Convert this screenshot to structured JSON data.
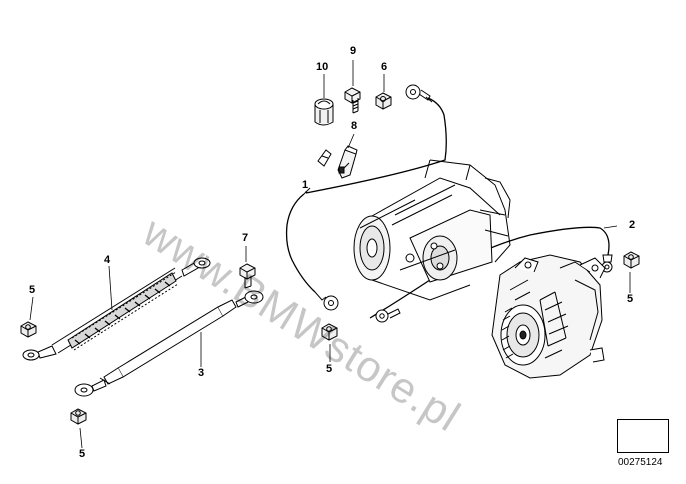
{
  "diagram": {
    "callouts": {
      "c10": "10",
      "c9": "9",
      "c6": "6",
      "c8": "8",
      "c1": "1",
      "c2": "2",
      "c7": "7",
      "c4": "4",
      "c5a": "5",
      "c3": "3",
      "c5b": "5",
      "c5c": "5",
      "c5d": "5"
    },
    "reference_number": "00275124",
    "watermark": "www.BMWstore.pl"
  }
}
